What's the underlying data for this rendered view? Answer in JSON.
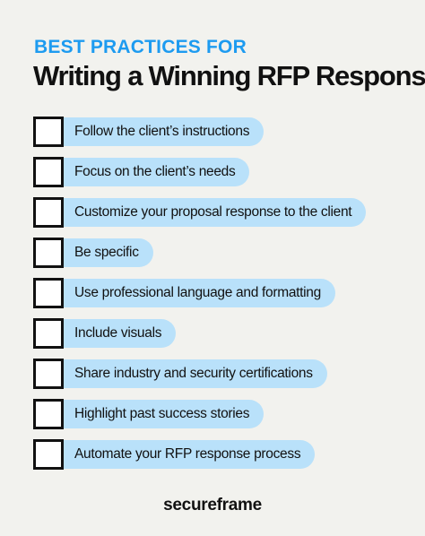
{
  "header": {
    "eyebrow": "BEST PRACTICES FOR",
    "title": "Writing a Winning RFP Response"
  },
  "checklist": {
    "items": [
      {
        "label": "Follow the client’s instructions",
        "checked": false
      },
      {
        "label": "Focus on the client’s needs",
        "checked": false
      },
      {
        "label": "Customize your proposal response to the client",
        "checked": false
      },
      {
        "label": "Be specific",
        "checked": false
      },
      {
        "label": "Use professional language and formatting",
        "checked": false
      },
      {
        "label": "Include visuals",
        "checked": false
      },
      {
        "label": "Share industry and security certifications",
        "checked": false
      },
      {
        "label": "Highlight past success stories",
        "checked": false
      },
      {
        "label": "Automate your RFP response process",
        "checked": false
      }
    ]
  },
  "footer": {
    "brand": "secureframe"
  },
  "colors": {
    "background": "#f2f2ee",
    "accent": "#1d9bf0",
    "pill": "#b9e1fa",
    "text": "#111111"
  }
}
